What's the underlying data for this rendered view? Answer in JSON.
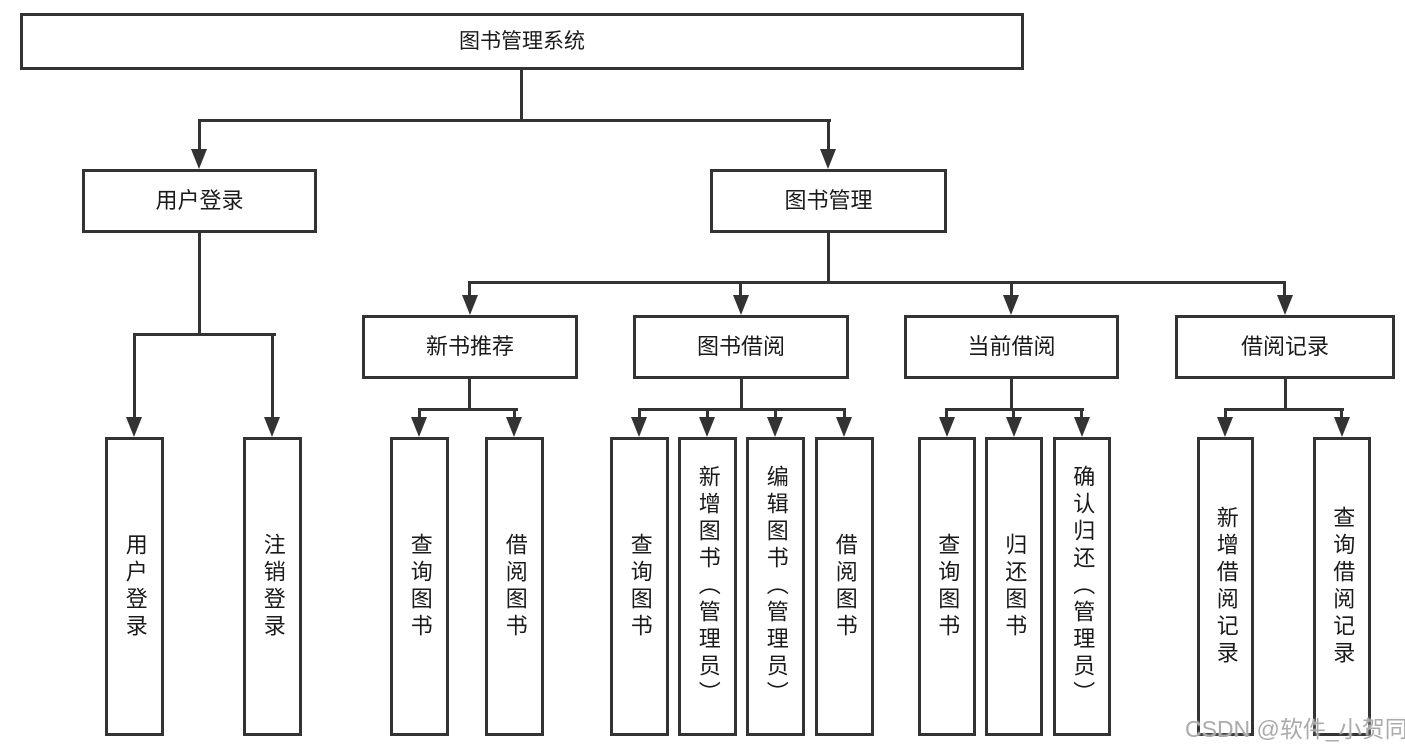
{
  "tree": {
    "root": {
      "label": "图书管理系统"
    },
    "branches": [
      {
        "label": "用户登录",
        "children": [
          {
            "label": "用户登录"
          },
          {
            "label": "注销登录"
          }
        ]
      },
      {
        "label": "图书管理",
        "sections": [
          {
            "label": "新书推荐",
            "children": [
              {
                "label": "查询图书"
              },
              {
                "label": "借阅图书"
              }
            ]
          },
          {
            "label": "图书借阅",
            "children": [
              {
                "label": "查询图书"
              },
              {
                "label": "新增图书（管理员）"
              },
              {
                "label": "编辑图书（管理员）"
              },
              {
                "label": "借阅图书"
              }
            ]
          },
          {
            "label": "当前借阅",
            "children": [
              {
                "label": "查询图书"
              },
              {
                "label": "归还图书"
              },
              {
                "label": "确认归还（管理员）"
              }
            ]
          },
          {
            "label": "借阅记录",
            "children": [
              {
                "label": "新增借阅记录"
              },
              {
                "label": "查询借阅记录"
              }
            ]
          }
        ]
      }
    ]
  },
  "watermark": {
    "text": "CSDN @软件_小贺同学"
  },
  "colors": {
    "line": "#333333",
    "text": "#1a1a1a",
    "watermark": "#ababab",
    "background": "#ffffff"
  }
}
